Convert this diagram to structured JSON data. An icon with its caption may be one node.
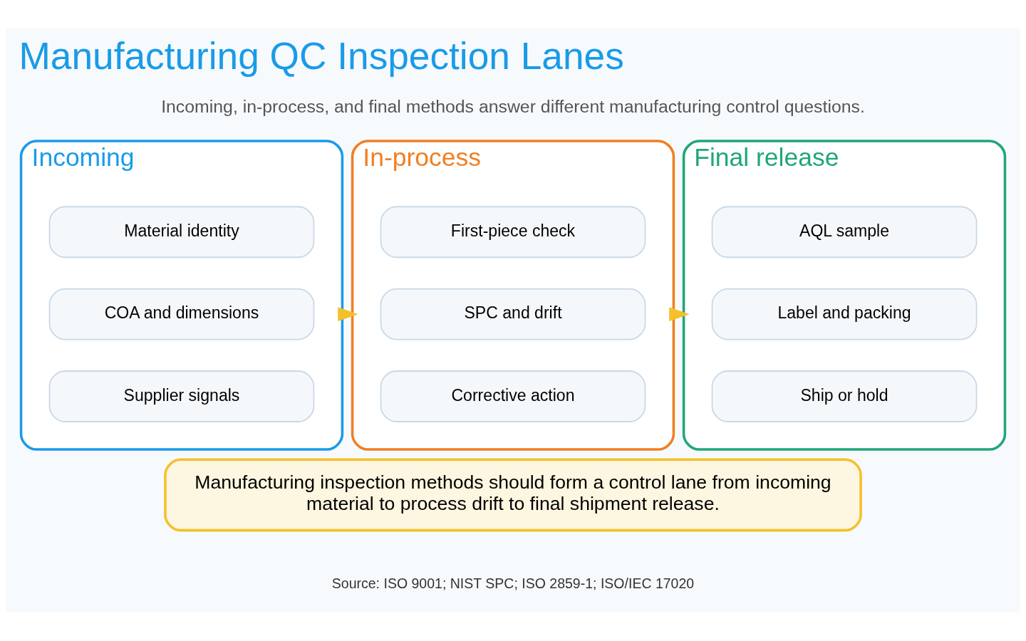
{
  "diagram": {
    "title": "Manufacturing QC Inspection Lanes",
    "nodes": [
      {
        "text": [
          "Incoming"
        ]
      },
      {
        "text": [
          "Material identity"
        ],
        "in": 0
      },
      {
        "text": [
          "COA and dimensions"
        ],
        "in": 0
      },
      {
        "text": [
          "Supplier signals"
        ],
        "in": 0
      },
      {
        "text": [
          "In-process"
        ]
      },
      {
        "text": [
          "First-piece check"
        ],
        "in": 4
      },
      {
        "text": [
          "SPC and drift"
        ],
        "in": 4
      },
      {
        "text": [
          "Corrective action"
        ],
        "in": 4
      },
      {
        "text": [
          "Final release"
        ]
      },
      {
        "text": [
          "AQL sample"
        ],
        "in": 8
      },
      {
        "text": [
          "Label and packing"
        ],
        "in": 8
      },
      {
        "text": [
          "Ship or hold"
        ],
        "in": 8
      },
      {
        "text": [
          "Manufacturing inspection methods should form a control lane from incoming material to process drift to final shipment release."
        ]
      }
    ],
    "edges": [
      {
        "from": 0,
        "to": 4,
        "arrow": "to"
      },
      {
        "from": 4,
        "to": 8,
        "arrow": "to"
      }
    ],
    "labels": [
      "Incoming, in-process, and final methods answer different manufacturing control questions.",
      "Source: ISO 9001; NIST SPC; ISO 2859-1; ISO/IEC 17020"
    ]
  }
}
